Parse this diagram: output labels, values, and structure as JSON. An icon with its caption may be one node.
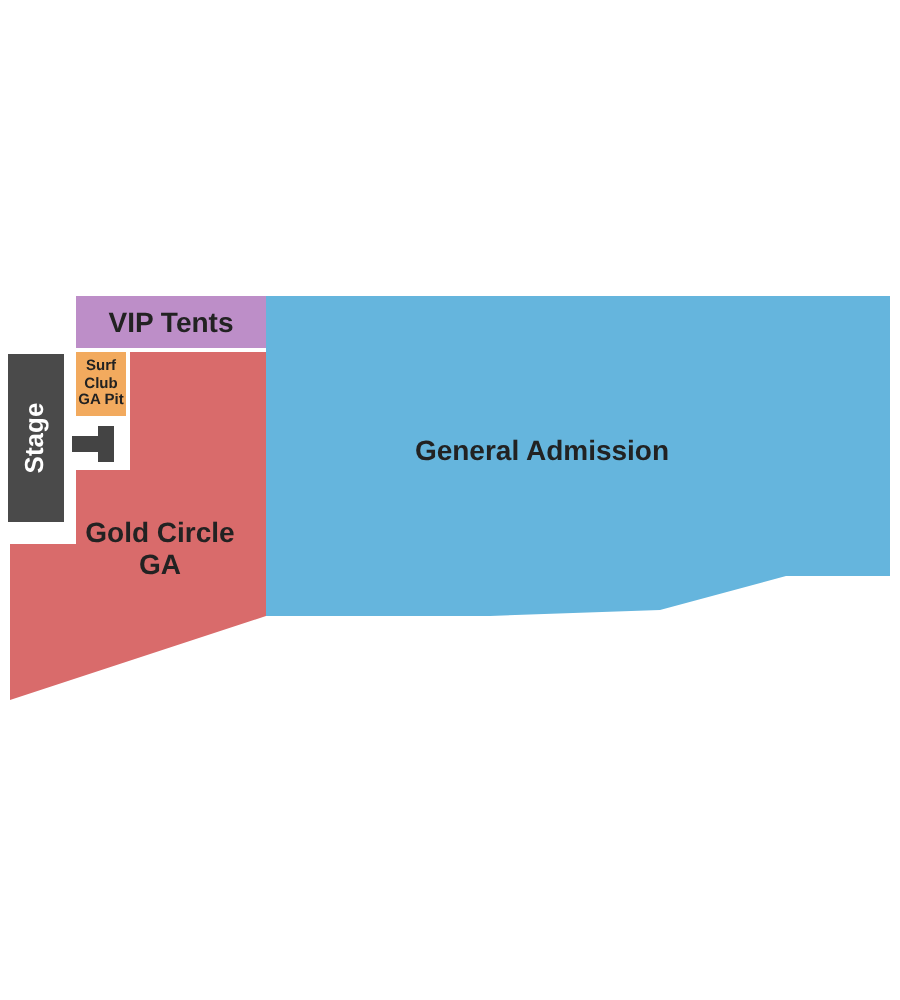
{
  "diagram": {
    "nodes": [
      {
        "text": [
          "VIP Tents"
        ]
      },
      {
        "text": [
          "Stage"
        ]
      },
      {
        "text": [
          "Surf Club GA Pit"
        ]
      },
      {
        "text": [
          "Gold Circle GA"
        ]
      },
      {
        "text": [
          "General Admission"
        ]
      }
    ]
  }
}
